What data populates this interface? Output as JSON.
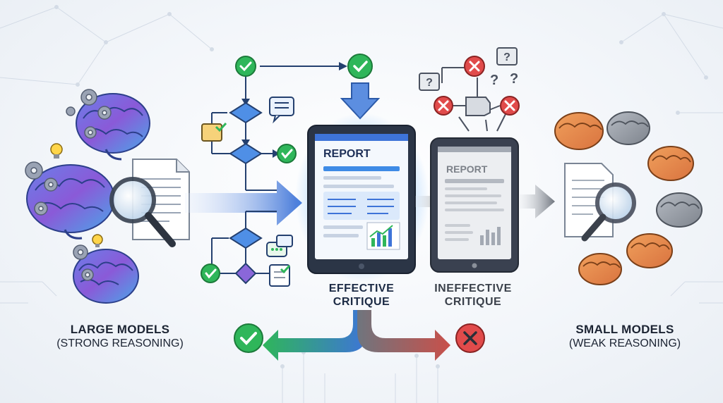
{
  "left_group": {
    "title": "LARGE MODELS",
    "subtitle": "(STRONG REASONING)"
  },
  "right_group": {
    "title": "SMALL MODELS",
    "subtitle": "(WEAK REASONING)"
  },
  "center": {
    "effective_report_title": "REPORT",
    "ineffective_report_title": "REPORT",
    "effective_label_line1": "EFFECTIVE",
    "effective_label_line2": "CRITIQUE",
    "ineffective_label_line1": "INEFFECTIVE",
    "ineffective_label_line2": "CRITIQUE"
  },
  "colors": {
    "check_green": "#2fb65a",
    "cross_red": "#e14b4b",
    "brain_purple": "#7b5cd6",
    "brain_blue": "#3f8de6",
    "brain_orange": "#e88a4a",
    "brain_gray": "#8d939c",
    "arrow_blue": "#3e74d8",
    "arrow_gray": "#7d838c"
  }
}
